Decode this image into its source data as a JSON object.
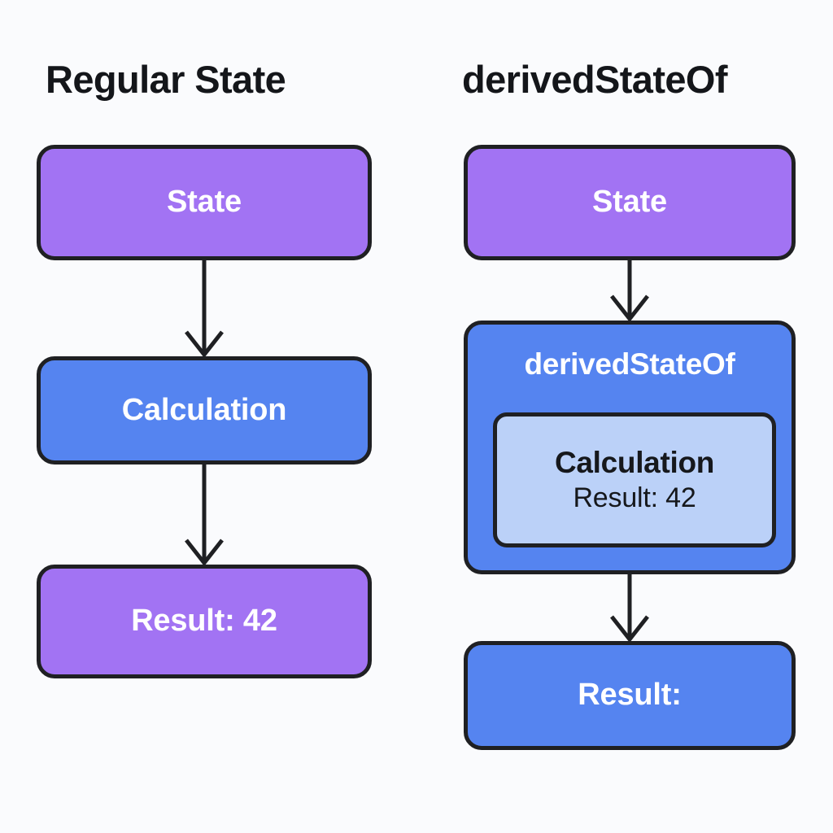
{
  "background_color": "#fafbfd",
  "palette": {
    "purple": "#a273f3",
    "blue": "#5584f0",
    "light_blue": "#bbd1f8",
    "border": "#1f2023",
    "heading_text": "#14161a",
    "node_text_light": "#ffffff",
    "node_text_dark": "#16181c"
  },
  "columns": {
    "left": {
      "title": "Regular State",
      "nodes": [
        {
          "label": "State",
          "color": "purple"
        },
        {
          "label": "Calculation",
          "color": "blue"
        },
        {
          "label": "Result: 42",
          "color": "purple"
        }
      ],
      "arrows": 2
    },
    "right": {
      "title": "derivedStateOf",
      "nodes": [
        {
          "label": "State",
          "color": "purple"
        },
        {
          "label": "derivedStateOf",
          "color": "blue",
          "inner": {
            "color": "light_blue",
            "line1": "Calculation",
            "line2": "Result: 42"
          }
        },
        {
          "label": "Result:",
          "color": "blue"
        }
      ],
      "arrows": 2
    }
  }
}
